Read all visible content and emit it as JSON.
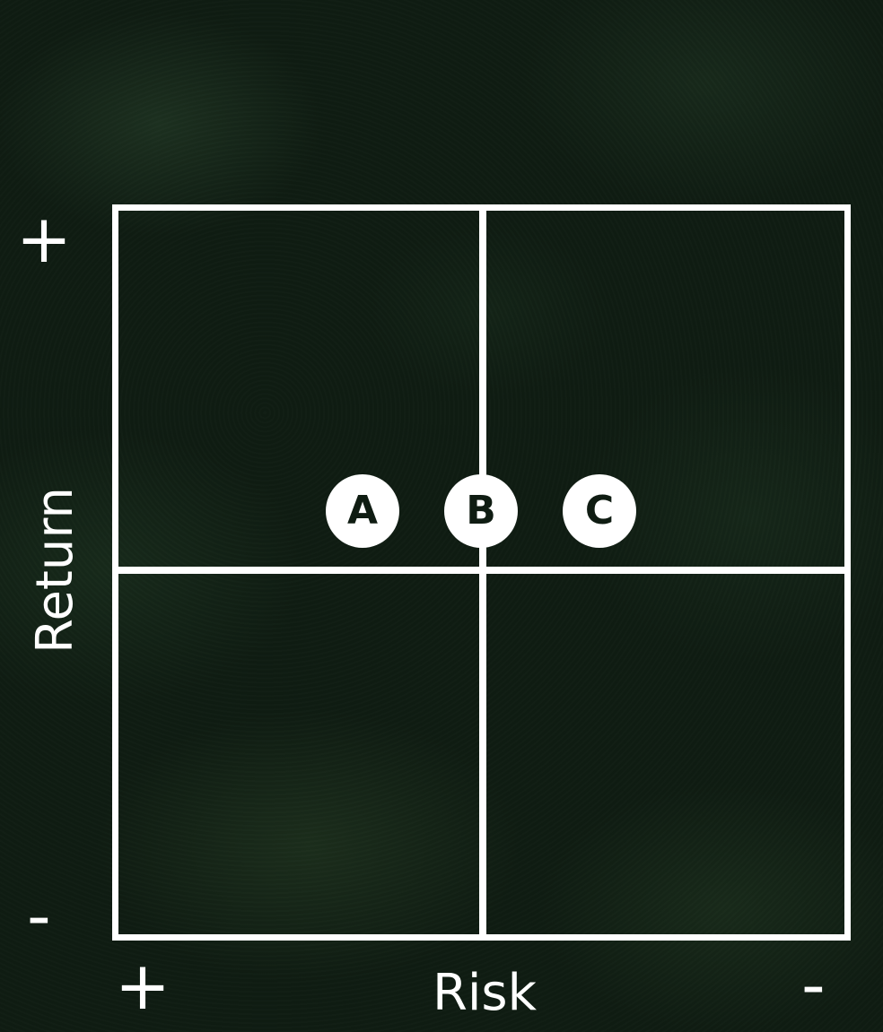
{
  "diagram": {
    "y_axis": {
      "title": "Return",
      "top_label": "+",
      "bottom_label": "-"
    },
    "x_axis": {
      "title": "Risk",
      "left_label": "+",
      "right_label": "-"
    },
    "markers": [
      {
        "label": "A"
      },
      {
        "label": "B"
      },
      {
        "label": "C"
      }
    ],
    "colors": {
      "background": "#0f1c12",
      "lines": "#ffffff",
      "marker_fill": "#ffffff",
      "marker_text": "#0f1c12"
    }
  }
}
